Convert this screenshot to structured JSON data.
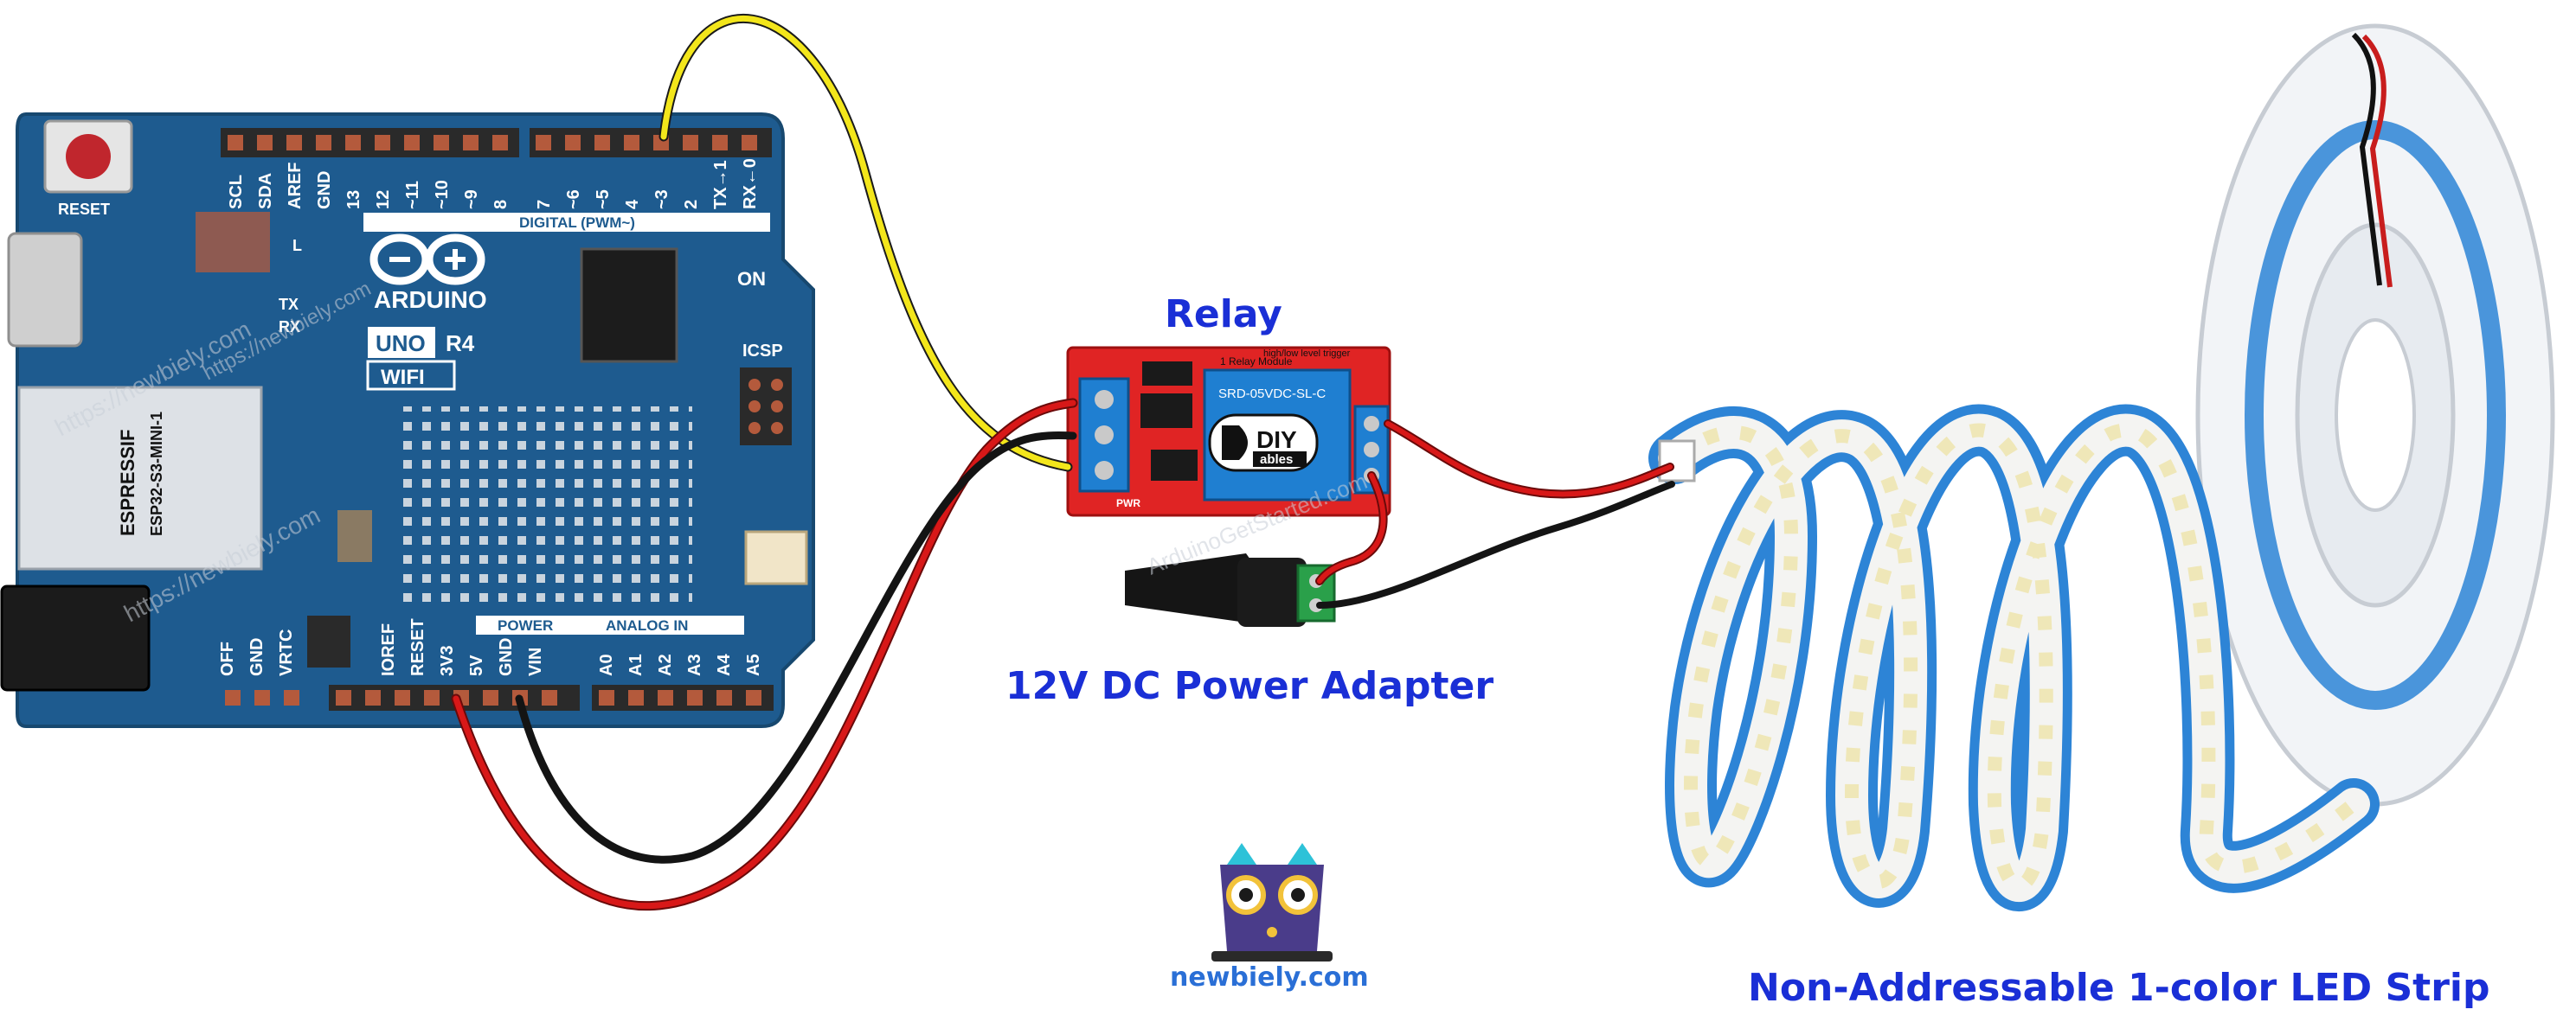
{
  "labels": {
    "relay": "Relay",
    "adapter": "12V DC Power Adapter",
    "strip": "Non-Addressable 1-color LED Strip",
    "brand_site": "newbiely.com"
  },
  "arduino": {
    "brand": "ARDUINO",
    "model_uno": "UNO",
    "model_r4": "R4",
    "model_wifi": "WIFI",
    "reset": "RESET",
    "on": "ON",
    "icsp": "ICSP",
    "tx": "TX",
    "rx": "RX",
    "l": "L",
    "digital_header": "DIGITAL (PWM~)",
    "power_header": "POWER",
    "analog_header": "ANALOG IN",
    "module_line1": "ESPRESSIF",
    "module_line2": "ESP32-S3-MINI-1",
    "top_pins": [
      "SCL",
      "SDA",
      "AREF",
      "GND",
      "13",
      "12",
      "~11",
      "~10",
      "~9",
      "8",
      "7",
      "~6",
      "~5",
      "4",
      "~3",
      "2",
      "TX→1",
      "RX←0"
    ],
    "bottom_pins": [
      "IOREF",
      "RESET",
      "3V3",
      "5V",
      "GND",
      "VIN",
      "A0",
      "A1",
      "A2",
      "A3",
      "A4",
      "A5"
    ],
    "left_pins": [
      "OFF",
      "GND",
      "VRTC"
    ]
  },
  "relay_board": {
    "brand_top": "DIY",
    "brand_bottom": "ables",
    "coil_text": "SRD-05VDC-SL-C",
    "title_text": "1 Relay Module",
    "trigger_text": "high/low level trigger",
    "pwr": "PWR"
  },
  "watermarks": [
    "https://newbiely.com",
    "https://newbiely.com",
    "https://newbiely.com",
    "ArduinoGetStarted.com"
  ],
  "colors": {
    "board_blue": "#1e5b8f",
    "relay_red": "#e02424",
    "relay_blue": "#1f7fd1",
    "wire_yellow": "#f3e61b",
    "wire_red": "#d81818",
    "wire_black": "#141414",
    "label_blue": "#1a2fd6",
    "strip_blue": "#2d84d6"
  }
}
